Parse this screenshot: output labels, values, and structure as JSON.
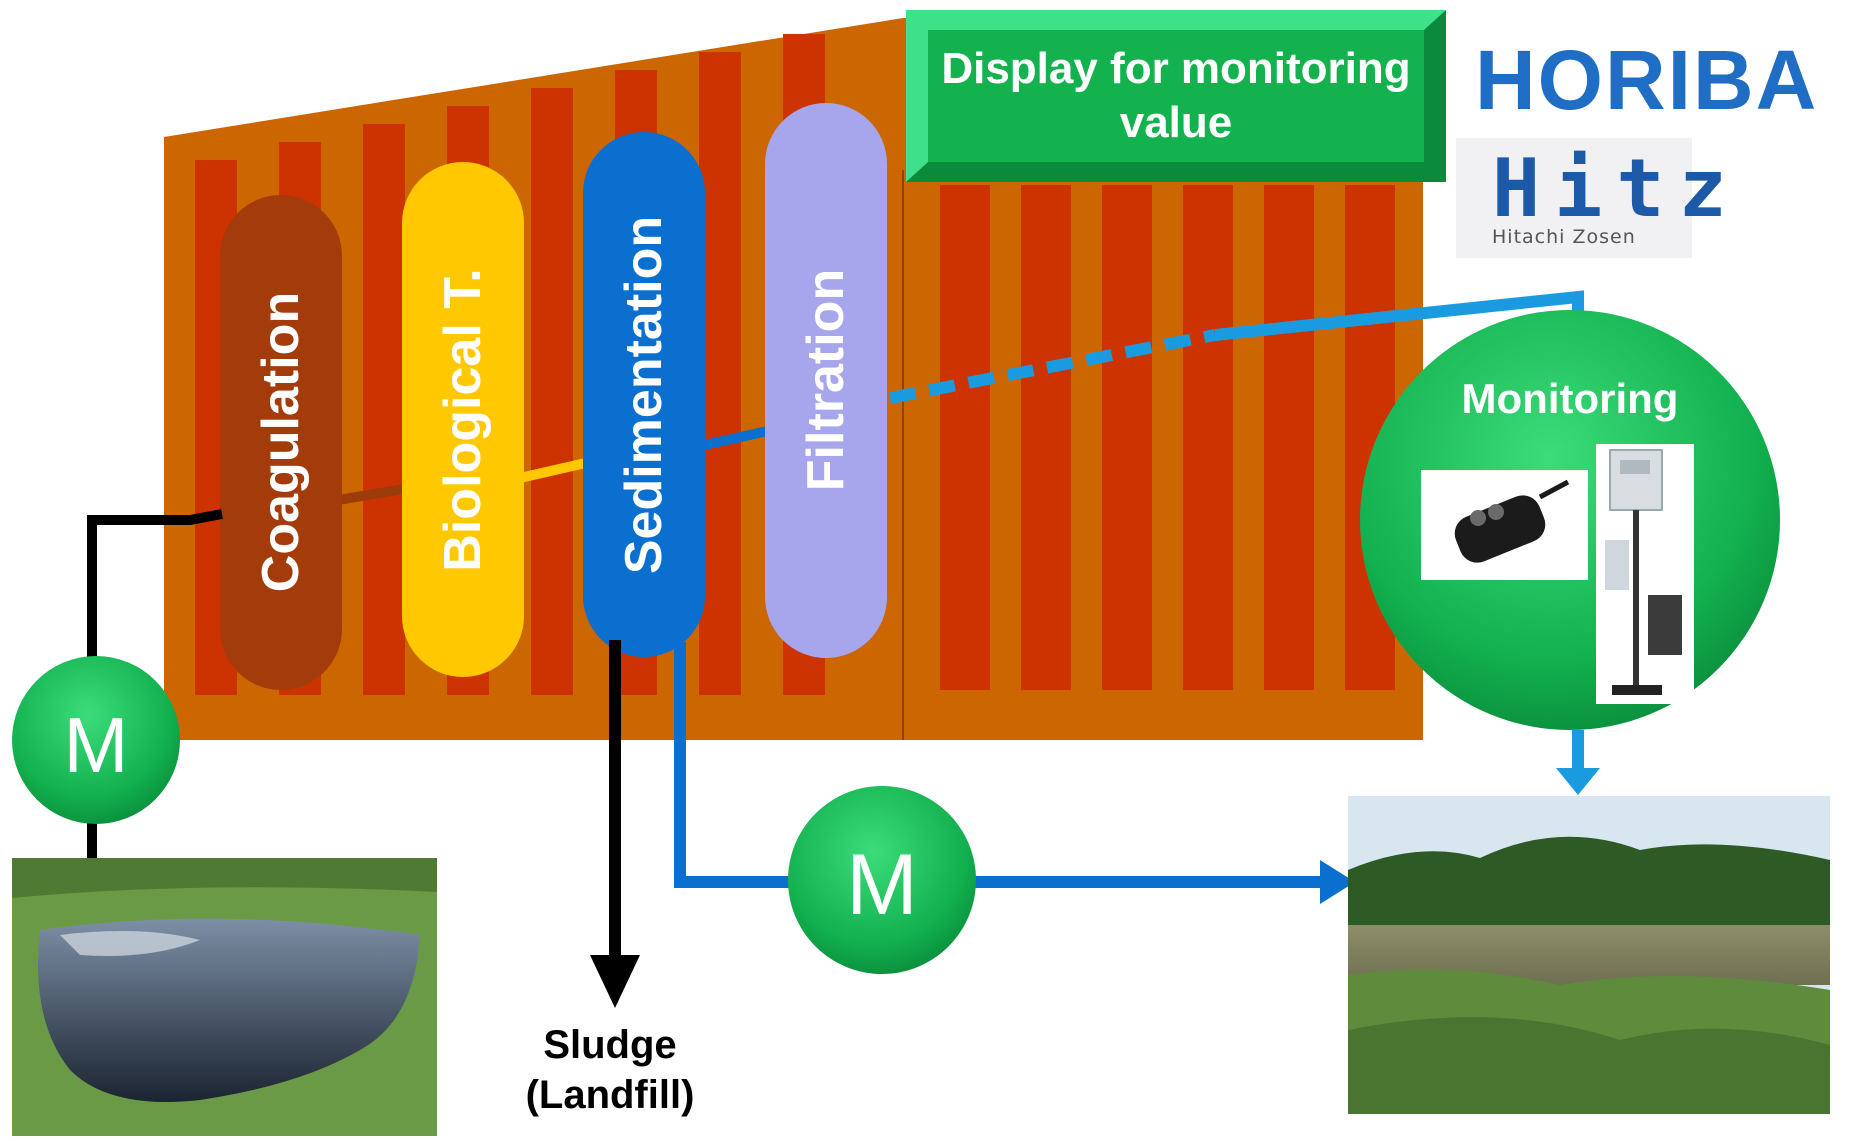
{
  "process": {
    "coagulation": "Coagulation",
    "biological": "Biological T.",
    "sedimentation": "Sedimentation",
    "filtration": "Filtration"
  },
  "display_label": "Display for monitoring value",
  "monitoring_label": "Monitoring",
  "pump_label": "M",
  "sludge_label": "Sludge (Landfill)",
  "logos": {
    "horiba": "HORIBA",
    "hitz": "Hitz",
    "hitz_sub": "Hitachi Zosen"
  },
  "colors": {
    "building": "#cc6600",
    "stripes": "#cc3300",
    "coagulation": "#a33c0a",
    "biological": "#ffc800",
    "sedimentation": "#0a6fce",
    "filtration": "#a7a6ec",
    "green": "#13b24f",
    "blue_line": "#1a9be0"
  }
}
